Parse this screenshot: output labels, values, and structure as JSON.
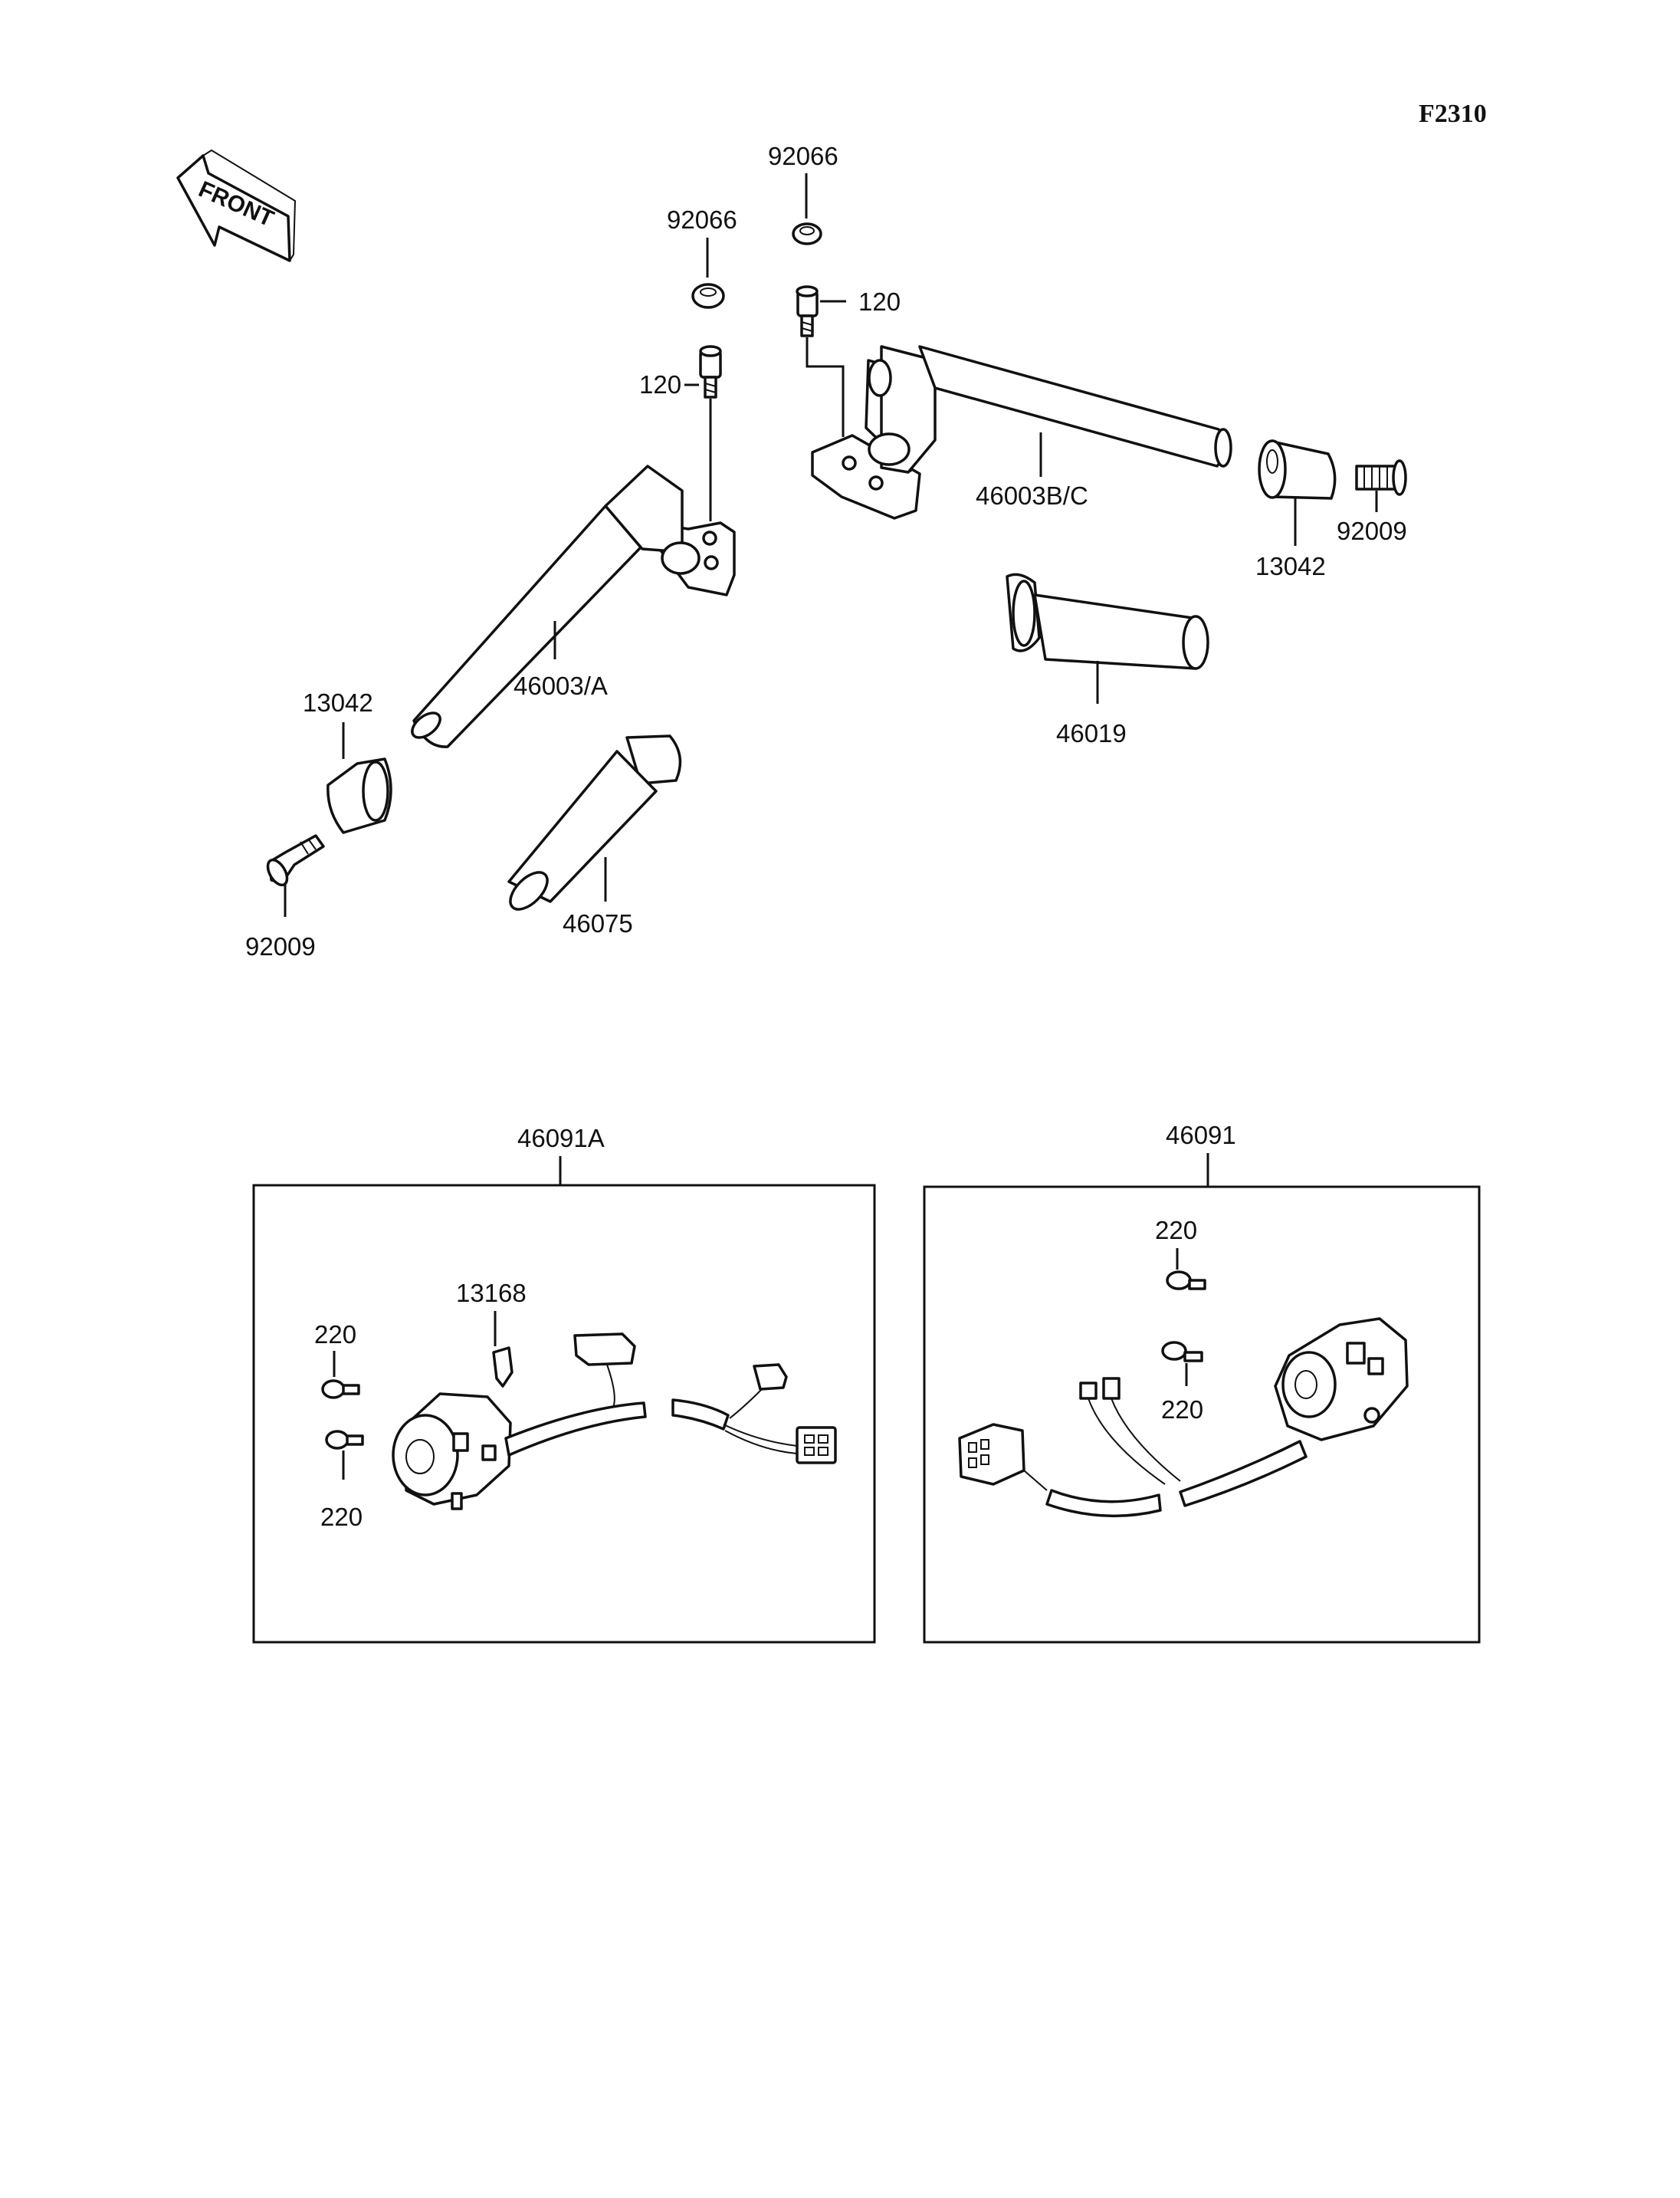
{
  "figure_code": "F2310",
  "front_label": "FRONT",
  "labels": {
    "weight_top_right": "92066",
    "weight_top_left": "92066",
    "bolt_right": "120",
    "bolt_left": "120",
    "handlebar_right": "46003B/C",
    "handlebar_left": "46003/A",
    "cap_right": "13042",
    "screw_right": "92009",
    "cap_left": "13042",
    "screw_left": "92009",
    "grip_throttle": "46019",
    "grip_left": "46075"
  },
  "boxes": {
    "left_switch": {
      "title": "46091A",
      "screw_top": "220",
      "screw_bottom": "220",
      "clip": "13168"
    },
    "right_switch": {
      "title": "46091",
      "screw_top": "220",
      "screw_bottom": "220"
    }
  },
  "colors": {
    "ink": "#111111",
    "paper": "#ffffff"
  }
}
